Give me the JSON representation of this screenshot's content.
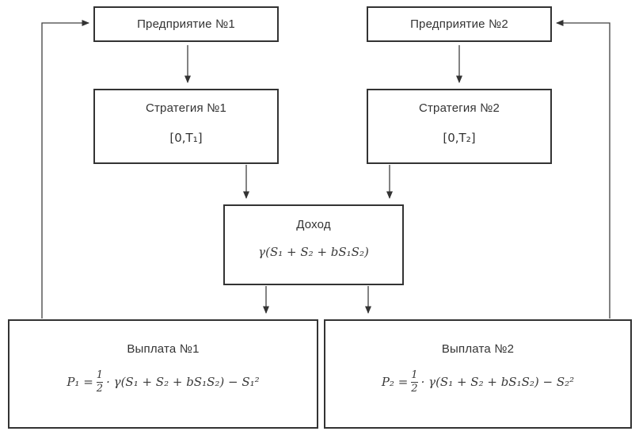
{
  "diagram": {
    "nodes": {
      "enterprise1": {
        "title": "Предприятие №1"
      },
      "enterprise2": {
        "title": "Предприятие №2"
      },
      "strategy1": {
        "title": "Стратегия №1",
        "interval": "[0,T₁]"
      },
      "strategy2": {
        "title": "Стратегия №2",
        "interval": "[0,T₂]"
      },
      "income": {
        "title": "Доход",
        "formula": "γ(S₁ + S₂ + bS₁S₂)"
      },
      "payout1": {
        "title": "Выплата №1",
        "formula_lhs": "P₁ =",
        "frac_num": "1",
        "frac_den": "2",
        "formula_rhs": "· γ(S₁ + S₂ + bS₁S₂) − S₁²"
      },
      "payout2": {
        "title": "Выплата №2",
        "formula_lhs": "P₂ =",
        "frac_num": "1",
        "frac_den": "2",
        "formula_rhs": "· γ(S₁ + S₂ + bS₁S₂) − S₂²"
      }
    },
    "colors": {
      "border": "#333333",
      "text": "#333333",
      "line": "#404040",
      "background": "#ffffff"
    }
  }
}
